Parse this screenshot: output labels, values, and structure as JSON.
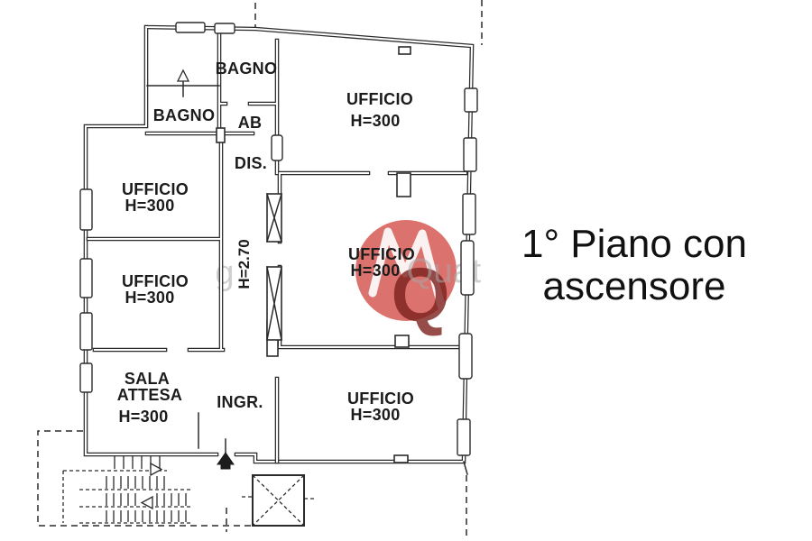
{
  "caption": {
    "line1": "1° Piano con",
    "line2": "ascensore"
  },
  "rooms": {
    "bagno_top": {
      "name": "BAGNO"
    },
    "bagno_left": {
      "name": "BAGNO"
    },
    "ab": {
      "name": "AB"
    },
    "dis": {
      "name": "DIS."
    },
    "ufficio_top_right": {
      "name": "UFFICIO",
      "height": "H=300"
    },
    "ufficio_left_upper": {
      "name": "UFFICIO",
      "height": "H=300"
    },
    "ufficio_left_lower": {
      "name": "UFFICIO",
      "height": "H=300"
    },
    "ufficio_center": {
      "name": "UFFICIO",
      "height": "H=300"
    },
    "ufficio_bottom_right": {
      "name": "UFFICIO",
      "height": "H=300"
    },
    "sala_attesa": {
      "line1": "SALA",
      "line2": "ATTESA",
      "height": "H=300"
    },
    "ingresso": {
      "name": "INGR."
    },
    "corridor": {
      "height": "H=2.70"
    }
  },
  "watermark": {
    "fragment_left": "g",
    "fragment_right": "Quat",
    "monogram": "Q"
  },
  "colors": {
    "line": "#2b2b2b",
    "background": "#ffffff",
    "watermark_red": "#d14a44",
    "watermark_dark_red": "#7c211d",
    "watermark_gray": "#a8a8a8",
    "caption_text": "#111111"
  }
}
